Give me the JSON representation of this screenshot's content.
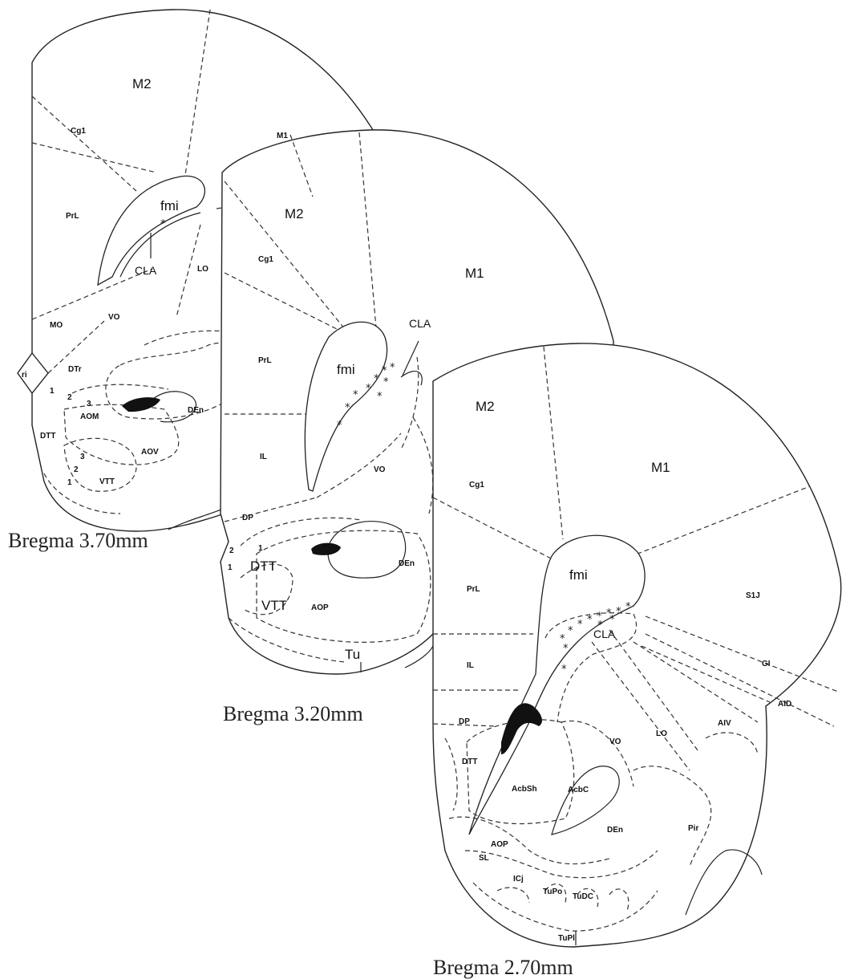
{
  "sections": [
    {
      "caption": "Bregma 3.70mm",
      "labels": {
        "M2": "M2",
        "Cg1": "Cg1",
        "M1": "M1",
        "PrL": "PrL",
        "fmi": "fmi",
        "CLA": "CLA",
        "LO": "LO",
        "MO": "MO",
        "VO": "VO",
        "DTr": "DTr",
        "ri": "ri",
        "n1": "1",
        "n2": "2",
        "n3": "3",
        "AOM": "AOM",
        "DEn": "DEn",
        "DTT": "DTT",
        "AOV": "AOV",
        "m3": "3",
        "m2": "2",
        "m1": "1",
        "VTT": "VTT"
      }
    },
    {
      "caption": "Bregma 3.20mm",
      "labels": {
        "M2": "M2",
        "M1": "M1",
        "Cg1": "Cg1",
        "CLA": "CLA",
        "PrL": "PrL",
        "fmi": "fmi",
        "IL": "IL",
        "VO": "VO",
        "DP": "DP",
        "n2": "2",
        "n1": "1",
        "n1b": "1",
        "DTT": "DTT",
        "DEn": "DEn",
        "VTT": "VTT",
        "AOP": "AOP",
        "Tu": "Tu"
      }
    },
    {
      "caption": "Bregma 2.70mm",
      "labels": {
        "M2": "M2",
        "M1": "M1",
        "Cg1": "Cg1",
        "S1J": "S1J",
        "fmi": "fmi",
        "PrL": "PrL",
        "CLA": "CLA",
        "GI": "GI",
        "IL": "IL",
        "AID": "AID",
        "AIV": "AIV",
        "DP": "DP",
        "VO": "VO",
        "LO": "LO",
        "DTT": "DTT",
        "AcbSh": "AcbSh",
        "AcbC": "AcbC",
        "DEn": "DEn",
        "Pir": "Pir",
        "AOP": "AOP",
        "SL": "SL",
        "ICj": "ICj",
        "TuPo": "TuPo",
        "TuDC": "TuDC",
        "TuPl": "TuPl"
      }
    }
  ]
}
